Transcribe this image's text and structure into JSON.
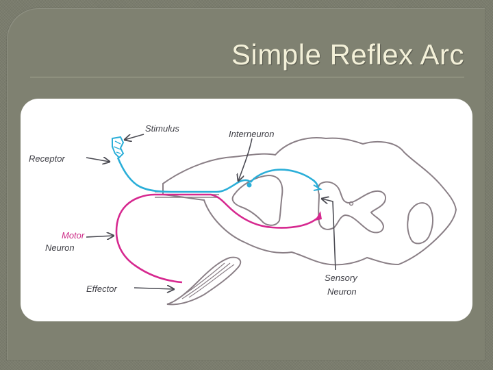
{
  "slide": {
    "title": "Simple Reflex Arc"
  },
  "diagram": {
    "labels": {
      "stimulus": "Stimulus",
      "receptor": "Receptor",
      "interneuron": "Interneuron",
      "motor_line1": "Motor",
      "motor_line2": "Neuron",
      "effector": "Effector",
      "sensory_line1": "Sensory",
      "sensory_line2": "Neuron"
    },
    "colors": {
      "sensory_path": "#2aaed8",
      "motor_path": "#d6288f",
      "outline": "#8a7f86",
      "arrow": "#4a4a52"
    }
  }
}
